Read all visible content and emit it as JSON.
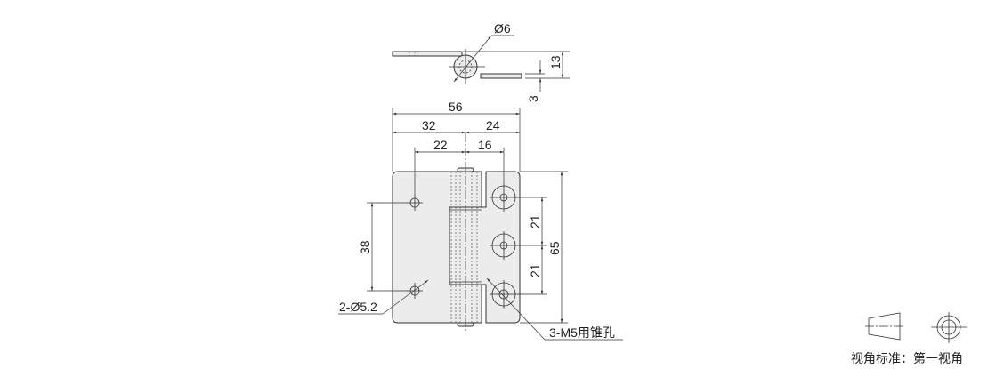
{
  "drawing": {
    "top_view": {
      "diameter_label": "Ø6",
      "height_label": "13",
      "thickness_label": "3"
    },
    "front_view": {
      "overall_width": "56",
      "left_width": "32",
      "right_width": "24",
      "left_hole_offset": "22",
      "right_hole_offset": "16",
      "left_hole_pitch": "38",
      "right_hole_pitch_1": "21",
      "right_hole_pitch_2": "21",
      "overall_height": "65",
      "left_hole_callout": "2-Ø5.2",
      "right_hole_callout": "3-M5用锥孔"
    },
    "projection": {
      "label": "视角标准：第一视角"
    }
  }
}
